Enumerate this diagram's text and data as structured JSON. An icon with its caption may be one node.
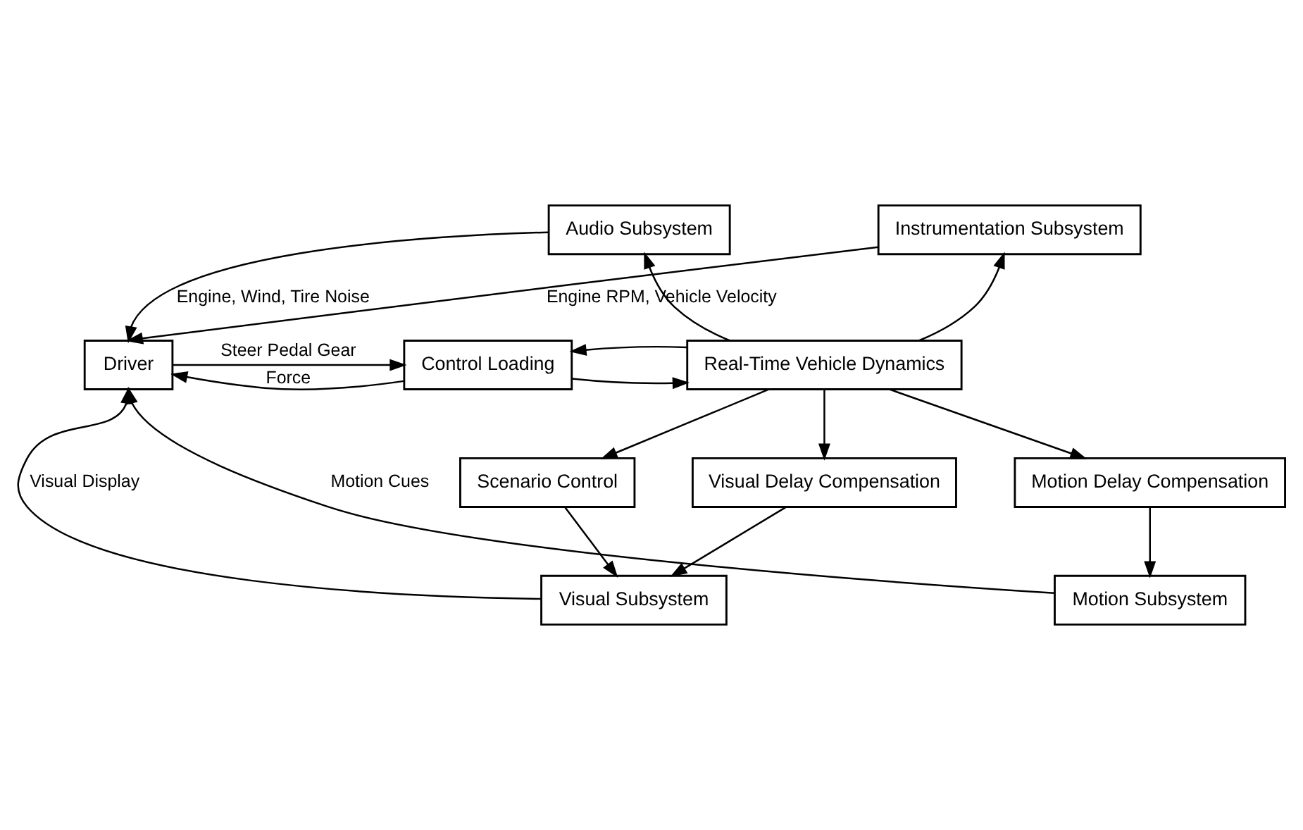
{
  "diagram": {
    "nodes": [
      {
        "text": [
          "Driver"
        ]
      },
      {
        "text": [
          "Audio Subsystem"
        ]
      },
      {
        "text": [
          "Instrumentation Subsystem"
        ]
      },
      {
        "text": [
          "Control Loading"
        ]
      },
      {
        "text": [
          "Real-Time Vehicle Dynamics"
        ]
      },
      {
        "text": [
          "Scenario Control"
        ]
      },
      {
        "text": [
          "Visual Delay Compensation"
        ]
      },
      {
        "text": [
          "Motion Delay Compensation"
        ]
      },
      {
        "text": [
          "Visual Subsystem"
        ]
      },
      {
        "text": [
          "Motion Subsystem"
        ]
      }
    ],
    "edges": [
      {
        "from": 2,
        "to": 0,
        "arrow": "to",
        "label": "Engine RPM, Vehicle Velocity"
      },
      {
        "from": 1,
        "to": 0,
        "arrow": "to",
        "label": "Engine, Wind, Tire Noise"
      },
      {
        "from": 0,
        "to": 3,
        "arrow": "to",
        "label": "Steer Pedal Gear"
      },
      {
        "from": 3,
        "to": 0,
        "arrow": "to",
        "label": "Force"
      },
      {
        "from": 3,
        "to": 4,
        "arrow": "to"
      },
      {
        "from": 4,
        "to": 3,
        "arrow": "to"
      },
      {
        "from": 4,
        "to": 1,
        "arrow": "to"
      },
      {
        "from": 4,
        "to": 2,
        "arrow": "to"
      },
      {
        "from": 4,
        "to": 5,
        "arrow": "to"
      },
      {
        "from": 4,
        "to": 6,
        "arrow": "to"
      },
      {
        "from": 4,
        "to": 7,
        "arrow": "to"
      },
      {
        "from": 5,
        "to": 8,
        "arrow": "to"
      },
      {
        "from": 6,
        "to": 8,
        "arrow": "to"
      },
      {
        "from": 7,
        "to": 9,
        "arrow": "to"
      },
      {
        "from": 8,
        "to": 0,
        "arrow": "to",
        "label": "Visual Display"
      },
      {
        "from": 9,
        "to": 0,
        "arrow": "to",
        "label": "Motion Cues"
      }
    ]
  }
}
